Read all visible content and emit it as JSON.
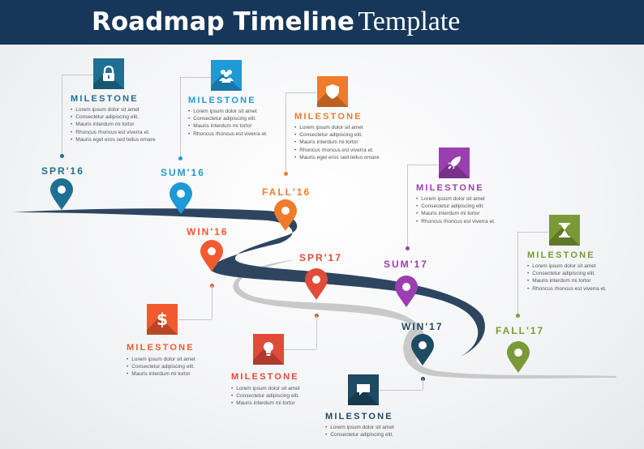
{
  "title": {
    "bold": "Roadmap Timeline",
    "regular": "Template"
  },
  "colors": {
    "header_bg": "#16375a",
    "road_dark": "#2e4560",
    "road_light": "#c9c9c9",
    "spr16": "#1f6f93",
    "sum16": "#1e9ad6",
    "fall16": "#f07b2b",
    "win16": "#f15a2f",
    "spr17": "#e04b3a",
    "sum17": "#9b3fb0",
    "win17": "#1f4a63",
    "fall17": "#7a9a36"
  },
  "milestones": [
    {
      "label": "MILESTONE",
      "icon": "lock-icon",
      "color": "#1f6f93",
      "bullets": [
        "Lorem ipsum dolor sit amet",
        "Consectetur adipiscing elit.",
        "Mauris interdum mi tortor",
        "Rhoncus rhoncus est viverra et.",
        "Mauris eget eros sed tellus ornare"
      ]
    },
    {
      "label": "MILESTONE",
      "icon": "people-icon",
      "color": "#1e9ad6",
      "bullets": [
        "Lorem ipsum dolor sit amet",
        "Consectetur adipiscing elit.",
        "Mauris interdum mi tortor",
        "Rhoncus rhoncus est viverra et."
      ]
    },
    {
      "label": "MILESTONE",
      "icon": "shield-icon",
      "color": "#f07b2b",
      "bullets": [
        "Lorem ipsum dolor sit amet",
        "Consectetur adipiscing elit.",
        "Mauris interdum mi tortor",
        "Rhoncus rhoncus est viverra et.",
        "Mauris eget eros sed tellus ornare"
      ]
    },
    {
      "label": "MILESTONE",
      "icon": "rocket-icon",
      "color": "#9b3fb0",
      "bullets": [
        "Lorem ipsum dolor sit amet",
        "Consectetur adipiscing elit.",
        "Mauris interdum mi tortor",
        "Rhoncus rhoncus est viverra et."
      ]
    },
    {
      "label": "MILESTONE",
      "icon": "hourglass-icon",
      "color": "#7a9a36",
      "bullets": [
        "Lorem ipsum dolor sit amet",
        "Consectetur adipiscing elit.",
        "Mauris interdum mi tortor",
        "Rhoncus rhoncus est viverra et."
      ]
    },
    {
      "label": "MILESTONE",
      "icon": "dollar-icon",
      "color": "#f15a2f",
      "bullets": [
        "Lorem ipsum dolor sit amet",
        "Consectetur adipiscing elit.",
        "Mauris interdum mi tortor"
      ]
    },
    {
      "label": "MILESTONE",
      "icon": "lightbulb-icon",
      "color": "#e04b3a",
      "bullets": [
        "Lorem ipsum dolor sit amet",
        "Consectetur adipiscing elit.",
        "Mauris interdum mi tortor"
      ]
    },
    {
      "label": "MILESTONE",
      "icon": "chat-icon",
      "color": "#1f4a63",
      "bullets": [
        "Lorem ipsum dolor sit amet",
        "Consectetur adipiscing elit."
      ]
    }
  ],
  "seasons": [
    {
      "label": "SPR'16",
      "color": "#1f6f93"
    },
    {
      "label": "SUM'16",
      "color": "#1e9ad6"
    },
    {
      "label": "FALL'16",
      "color": "#f07b2b"
    },
    {
      "label": "WIN'16",
      "color": "#f15a2f"
    },
    {
      "label": "SPR'17",
      "color": "#e04b3a"
    },
    {
      "label": "SUM'17",
      "color": "#9b3fb0"
    },
    {
      "label": "WIN'17",
      "color": "#1f4a63"
    },
    {
      "label": "FALL'17",
      "color": "#7a9a36"
    }
  ]
}
